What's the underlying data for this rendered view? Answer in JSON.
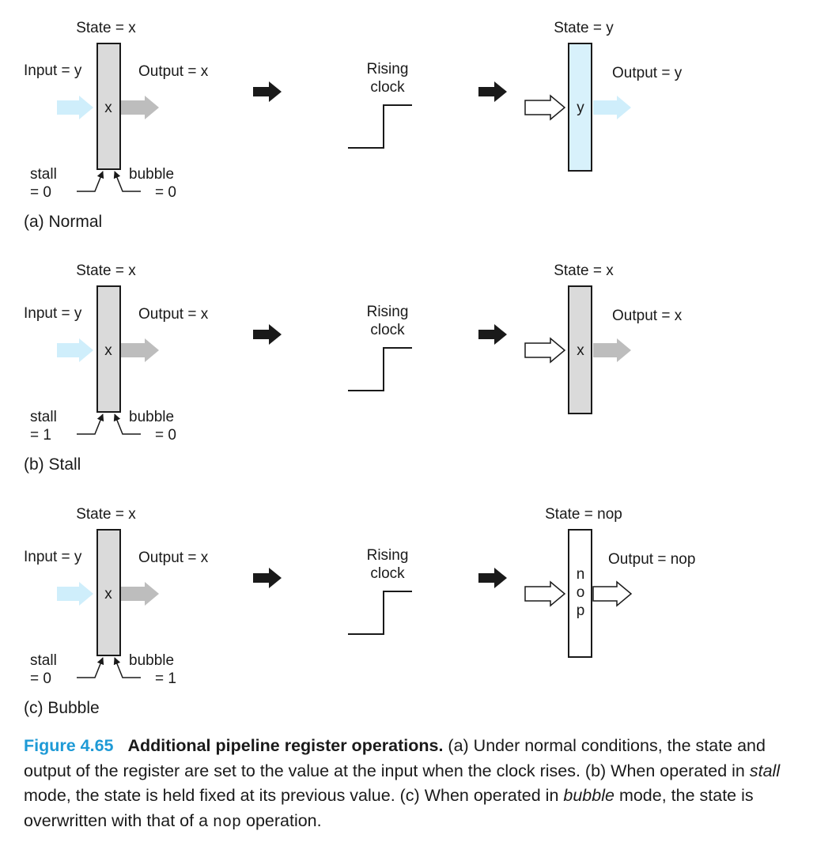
{
  "colors": {
    "input_arrow": "#cfeefb",
    "output_gray": "#bdbdbd",
    "register_gray": "#dadada",
    "register_blue": "#d8f1fb",
    "caption_accent": "#1e9ad6"
  },
  "panels": [
    {
      "state_before": "State = x",
      "input_label": "Input = y",
      "output_before": "Output = x",
      "reg_before_value": "x",
      "stall_label": "stall",
      "stall_value": "= 0",
      "bubble_label": "bubble",
      "bubble_value": "= 0",
      "clock_label_1": "Rising",
      "clock_label_2": "clock",
      "state_after": "State = y",
      "output_after": "Output = y",
      "reg_after_value": "y",
      "caption": "(a) Normal"
    },
    {
      "state_before": "State = x",
      "input_label": "Input = y",
      "output_before": "Output = x",
      "reg_before_value": "x",
      "stall_label": "stall",
      "stall_value": "= 1",
      "bubble_label": "bubble",
      "bubble_value": "= 0",
      "clock_label_1": "Rising",
      "clock_label_2": "clock",
      "state_after": "State = x",
      "output_after": "Output = x",
      "reg_after_value": "x",
      "caption": "(b) Stall"
    },
    {
      "state_before": "State = x",
      "input_label": "Input = y",
      "output_before": "Output = x",
      "reg_before_value": "x",
      "stall_label": "stall",
      "stall_value": "= 0",
      "bubble_label": "bubble",
      "bubble_value": "= 1",
      "clock_label_1": "Rising",
      "clock_label_2": "clock",
      "state_after_prefix": "State = ",
      "state_after_code": "nop",
      "output_after_prefix": "Output = ",
      "output_after_code": "nop",
      "reg_after_chars": [
        "n",
        "o",
        "p"
      ],
      "caption": "(c) Bubble"
    }
  ],
  "caption": {
    "figure_number": "Figure 4.65",
    "title": "Additional pipeline register operations.",
    "text_1": "(a) Under normal conditions, the state and output of the register are set to the value at the input when the clock rises. (b) When operated in ",
    "em_1": "stall",
    "text_2": " mode, the state is held fixed at its previous value. (c) When operated in ",
    "em_2": "bubble",
    "text_3": " mode, the state is overwritten with that of a ",
    "code": "nop",
    "text_4": " operation."
  }
}
